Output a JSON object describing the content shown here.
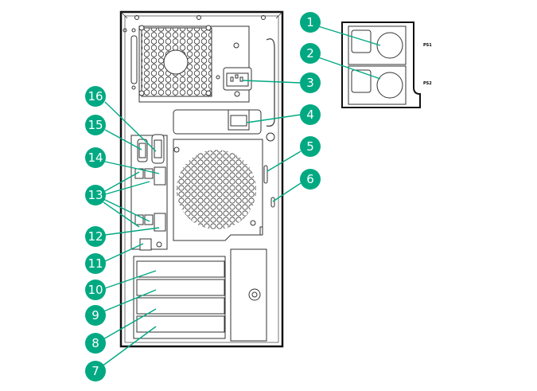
{
  "diagram": {
    "title": "Server rear panel components",
    "accent_color": "#01a982",
    "psu_labels": [
      "PS1",
      "PS2"
    ],
    "callouts": [
      {
        "number": "1",
        "target": "power-supply-1"
      },
      {
        "number": "2",
        "target": "power-supply-2"
      },
      {
        "number": "3",
        "target": "non-hot-plug-power-supply-port"
      },
      {
        "number": "4",
        "target": "rear-component"
      },
      {
        "number": "5",
        "target": "chassis-slot"
      },
      {
        "number": "6",
        "target": "security-lock-slot"
      },
      {
        "number": "7",
        "target": "pcie-slot-4"
      },
      {
        "number": "8",
        "target": "pcie-slot-3"
      },
      {
        "number": "9",
        "target": "pcie-slot-2"
      },
      {
        "number": "10",
        "target": "pcie-slot-1"
      },
      {
        "number": "11",
        "target": "ilo-port"
      },
      {
        "number": "12",
        "target": "nic-port-1"
      },
      {
        "number": "13",
        "target": "usb-ports"
      },
      {
        "number": "14",
        "target": "nic-port-2"
      },
      {
        "number": "15",
        "target": "video-port"
      },
      {
        "number": "16",
        "target": "serial-port"
      }
    ]
  }
}
